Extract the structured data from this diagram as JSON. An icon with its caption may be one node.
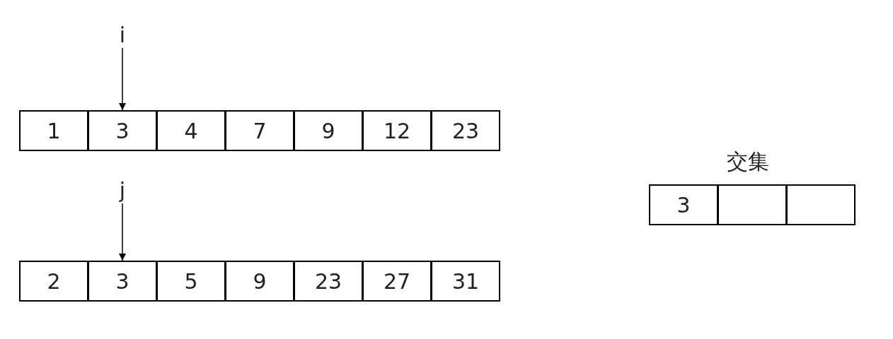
{
  "diagram": {
    "nodes": [
      {
        "text": [
          "i"
        ]
      },
      {
        "text": [
          "1"
        ]
      },
      {
        "text": [
          "3"
        ]
      },
      {
        "text": [
          "4"
        ]
      },
      {
        "text": [
          "7"
        ]
      },
      {
        "text": [
          "9"
        ]
      },
      {
        "text": [
          "12"
        ]
      },
      {
        "text": [
          "23"
        ]
      },
      {
        "text": [
          "j"
        ]
      },
      {
        "text": [
          "2"
        ]
      },
      {
        "text": [
          "3"
        ]
      },
      {
        "text": [
          "5"
        ]
      },
      {
        "text": [
          "9"
        ]
      },
      {
        "text": [
          "23"
        ]
      },
      {
        "text": [
          "27"
        ]
      },
      {
        "text": [
          "31"
        ]
      },
      {
        "text": [
          "3"
        ]
      },
      {
        "text": [],
        "shape": "box"
      },
      {
        "text": [],
        "shape": "box"
      }
    ],
    "edges": [
      {
        "from": 0,
        "to": 2,
        "arrow": "to"
      },
      {
        "from": 8,
        "to": 10,
        "arrow": "to"
      }
    ],
    "labels": [
      "交集"
    ]
  }
}
